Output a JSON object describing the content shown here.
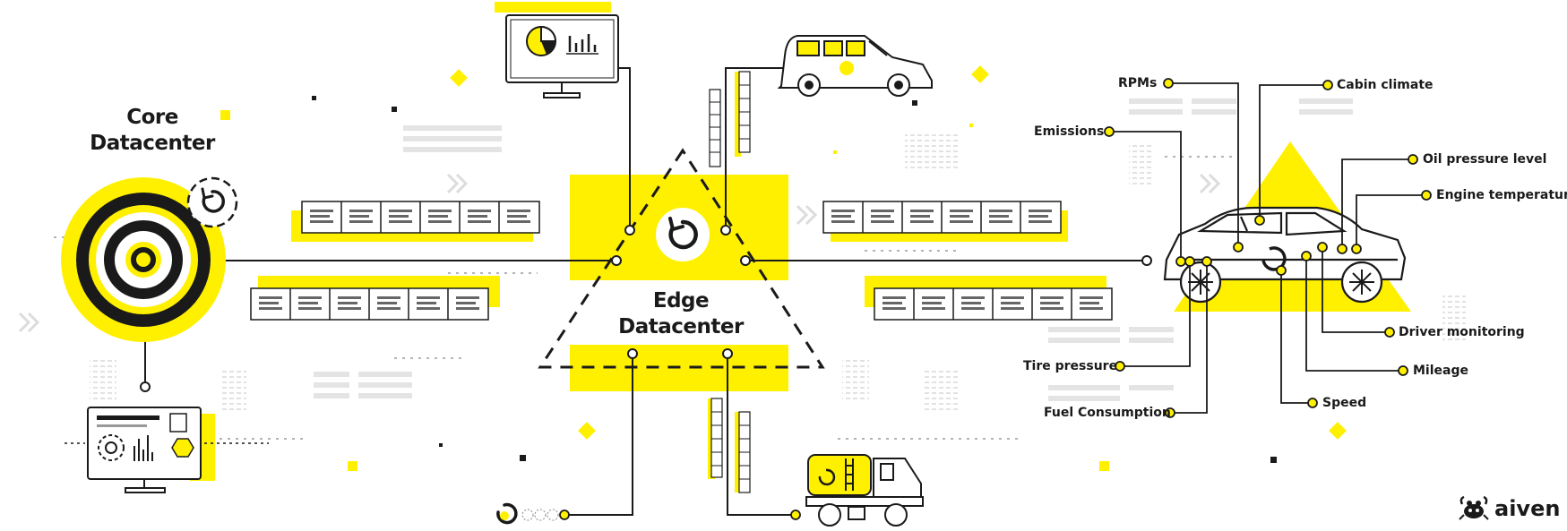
{
  "nodes": {
    "core": {
      "label_line1": "Core",
      "label_line2": "Datacenter"
    },
    "edge": {
      "label_line1": "Edge",
      "label_line2": "Datacenter"
    }
  },
  "sensors": [
    {
      "id": "rpms",
      "label": "RPMs"
    },
    {
      "id": "cabin-climate",
      "label": "Cabin climate"
    },
    {
      "id": "emissions",
      "label": "Emissions"
    },
    {
      "id": "oil-pressure",
      "label": "Oil pressure level"
    },
    {
      "id": "engine-temperature",
      "label": "Engine temperature"
    },
    {
      "id": "driver-monitoring",
      "label": "Driver monitoring"
    },
    {
      "id": "tire-pressure",
      "label": "Tire pressure"
    },
    {
      "id": "mileage",
      "label": "Mileage"
    },
    {
      "id": "fuel-consumption",
      "label": "Fuel Consumption"
    },
    {
      "id": "speed",
      "label": "Speed"
    }
  ],
  "brand": {
    "name": "aiven"
  },
  "colors": {
    "accent": "#fff000",
    "ink": "#1a1a1a",
    "muted": "#d8d8d8"
  }
}
